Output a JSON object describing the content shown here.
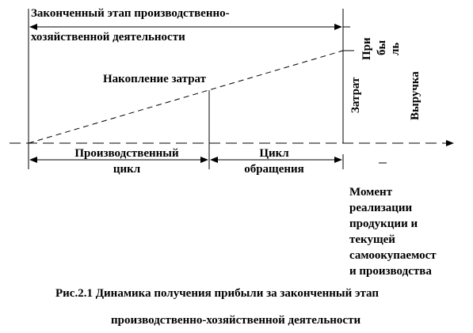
{
  "diagram": {
    "top_label_line1": "Законченный этап производственно-",
    "top_label_line2": "хозяйственной деятельности",
    "cost_label": "Накопление затрат",
    "production_cycle_line1": "Производственный",
    "production_cycle_line2": "цикл",
    "circulation_cycle_line1": "Цикл",
    "circulation_cycle_line2": "обращения",
    "costs_vertical": "Затрат",
    "profit_vertical_line1": "При",
    "profit_vertical_line2": "бы",
    "profit_vertical_line3": "ль",
    "revenue_vertical": "Выручка",
    "moment_lines": [
      "Момент",
      "реализации",
      "продукции и",
      "текущей",
      "самоокупаемост",
      "и производства"
    ]
  },
  "caption": {
    "line1": "Рис.2.1 Динамика получения прибыли за законченный этап",
    "line2": "производственно-хозяйственной деятельности"
  }
}
